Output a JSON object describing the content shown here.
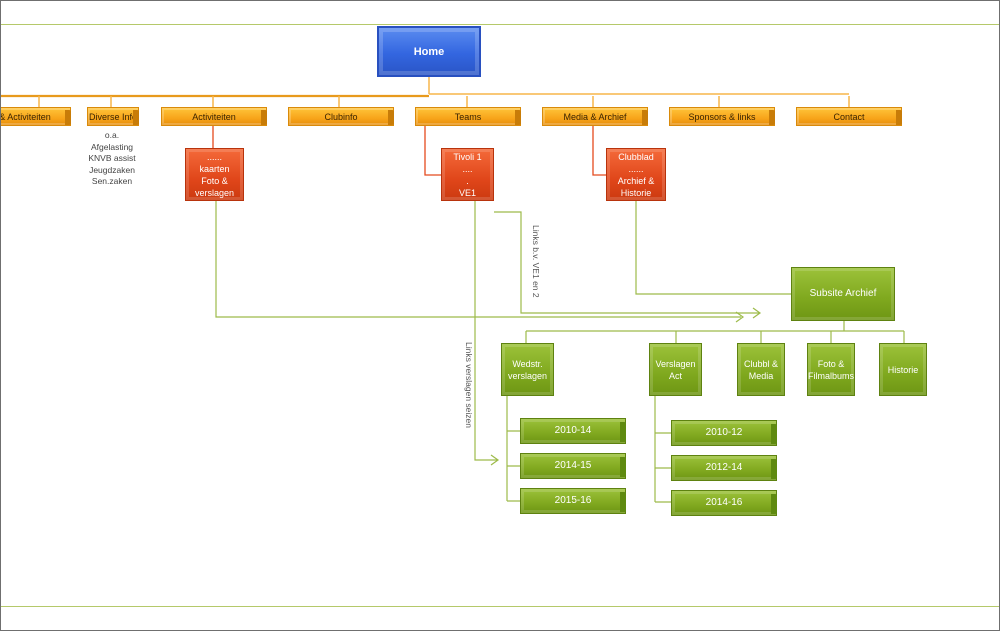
{
  "home": "Home",
  "tabs": [
    "& Activiteiten",
    "Diverse Info",
    "Activiteiten",
    "Clubinfo",
    "Teams",
    "Media & Archief",
    "Sponsors & links",
    "Contact"
  ],
  "diverse_info_note": [
    "o.a.",
    "Afgelasting",
    "KNVB assist",
    "Jeugdzaken",
    "Sen.zaken"
  ],
  "red_boxes": {
    "activiteiten": [
      "......",
      "kaarten",
      "Foto &",
      "verslagen"
    ],
    "teams": [
      "Tivoli 1",
      "....",
      ".",
      "VE1"
    ],
    "media": [
      "Clubblad",
      "......",
      "Archief &",
      "Historie"
    ]
  },
  "subsite": "Subsite Archief",
  "archive_boxes": {
    "wedstr": [
      "Wedstr.",
      "verslagen"
    ],
    "verslagen_act": [
      "Verslagen",
      "Act"
    ],
    "clubbl": [
      "Clubbl &",
      "Media"
    ],
    "foto": [
      "Foto &",
      "Filmalbums"
    ],
    "historie": "Historie"
  },
  "wedstr_years": [
    "2010-14",
    "2014-15",
    "2015-16"
  ],
  "act_years": [
    "2010-12",
    "2012-14",
    "2014-16"
  ],
  "rotated_labels": {
    "links_ve1": "Links b.v. VE1 en 2",
    "links_verslagen": "Links verslagen seizen"
  }
}
